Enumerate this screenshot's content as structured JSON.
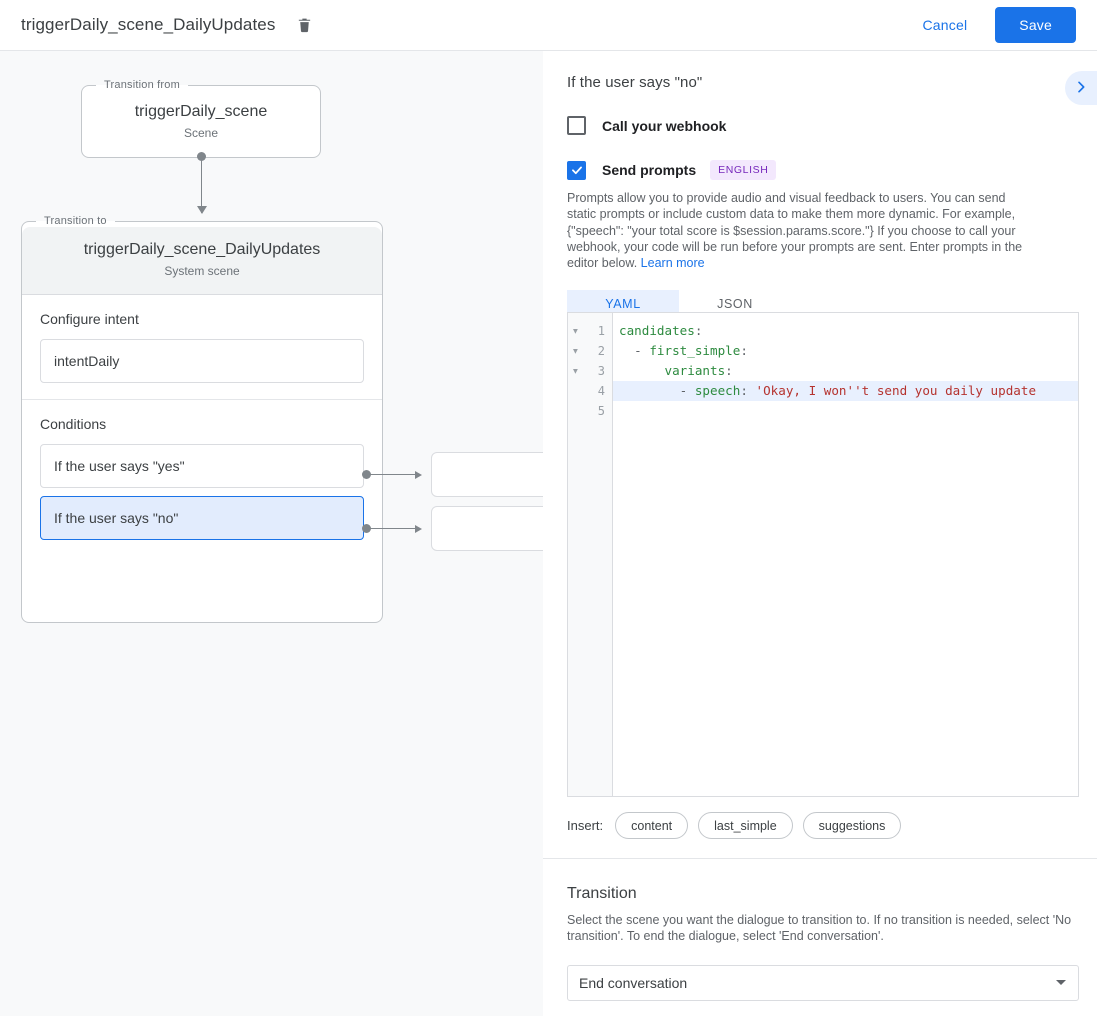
{
  "topbar": {
    "title": "triggerDaily_scene_DailyUpdates",
    "delete_icon": "trash-icon",
    "cancel_label": "Cancel",
    "save_label": "Save"
  },
  "canvas": {
    "from_card": {
      "legend": "Transition from",
      "name": "triggerDaily_scene",
      "subtitle": "Scene"
    },
    "to_card": {
      "legend": "Transition to",
      "name": "triggerDaily_scene_DailyUpdates",
      "subtitle": "System scene",
      "intent_section_title": "Configure intent",
      "intent_value": "intentDaily",
      "conditions_section_title": "Conditions",
      "conditions": [
        {
          "label": "If the user says \"yes\"",
          "selected": false
        },
        {
          "label": "If the user says \"no\"",
          "selected": true
        }
      ]
    }
  },
  "panel": {
    "title": "If the user says \"no\"",
    "expand_icon": "chevron-right-icon",
    "webhook": {
      "label": "Call your webhook",
      "checked": false
    },
    "prompts": {
      "label": "Send prompts",
      "checked": true,
      "badge": "ENGLISH",
      "help_text": "Prompts allow you to provide audio and visual feedback to users. You can send static prompts or include custom data to make them more dynamic. For example, {\"speech\": \"your total score is $session.params.score.\"} If you choose to call your webhook, your code will be run before your prompts are sent. Enter prompts in the editor below.",
      "help_link": "Learn more"
    },
    "tabs": [
      {
        "label": "YAML",
        "active": true
      },
      {
        "label": "JSON",
        "active": false
      }
    ],
    "editor": {
      "line_numbers": [
        "1",
        "2",
        "3",
        "4",
        "5"
      ],
      "folds": [
        true,
        true,
        true,
        false,
        false
      ],
      "highlight_line": 4,
      "lines": [
        {
          "num": "1",
          "indent": "",
          "dash": "",
          "key": "candidates",
          "colon": ":",
          "value": ""
        },
        {
          "num": "2",
          "indent": "  ",
          "dash": "- ",
          "key": "first_simple",
          "colon": ":",
          "value": ""
        },
        {
          "num": "3",
          "indent": "      ",
          "dash": "",
          "key": "variants",
          "colon": ":",
          "value": ""
        },
        {
          "num": "4",
          "indent": "        ",
          "dash": "- ",
          "key": "speech",
          "colon": ": ",
          "value": "'Okay, I won''t send you daily update"
        },
        {
          "num": "5",
          "indent": "",
          "dash": "",
          "key": "",
          "colon": "",
          "value": ""
        }
      ]
    },
    "insert": {
      "label": "Insert:",
      "chips": [
        "content",
        "last_simple",
        "suggestions"
      ]
    },
    "transition": {
      "title": "Transition",
      "description": "Select the scene you want the dialogue to transition to. If no transition is needed, select 'No transition'. To end the dialogue, select 'End conversation'.",
      "selected_value": "End conversation",
      "caret_icon": "chevron-down-icon"
    }
  },
  "colors": {
    "accent": "#1a73e8",
    "selected_condition_bg": "#e2ecfd",
    "badge_bg": "#f3e8fd",
    "badge_fg": "#7627bb",
    "canvas_bg": "#f8f9fa",
    "yaml_key": "#2e8b40",
    "yaml_string": "#b5332f"
  }
}
